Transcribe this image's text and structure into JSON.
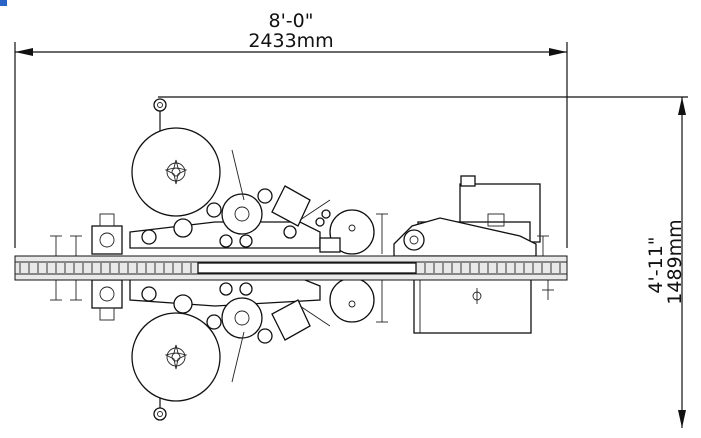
{
  "dimensions": {
    "width_imperial": "8'-0\"",
    "width_metric": "2433mm",
    "height_imperial": "4'-11\"",
    "height_metric": "1489mm"
  }
}
